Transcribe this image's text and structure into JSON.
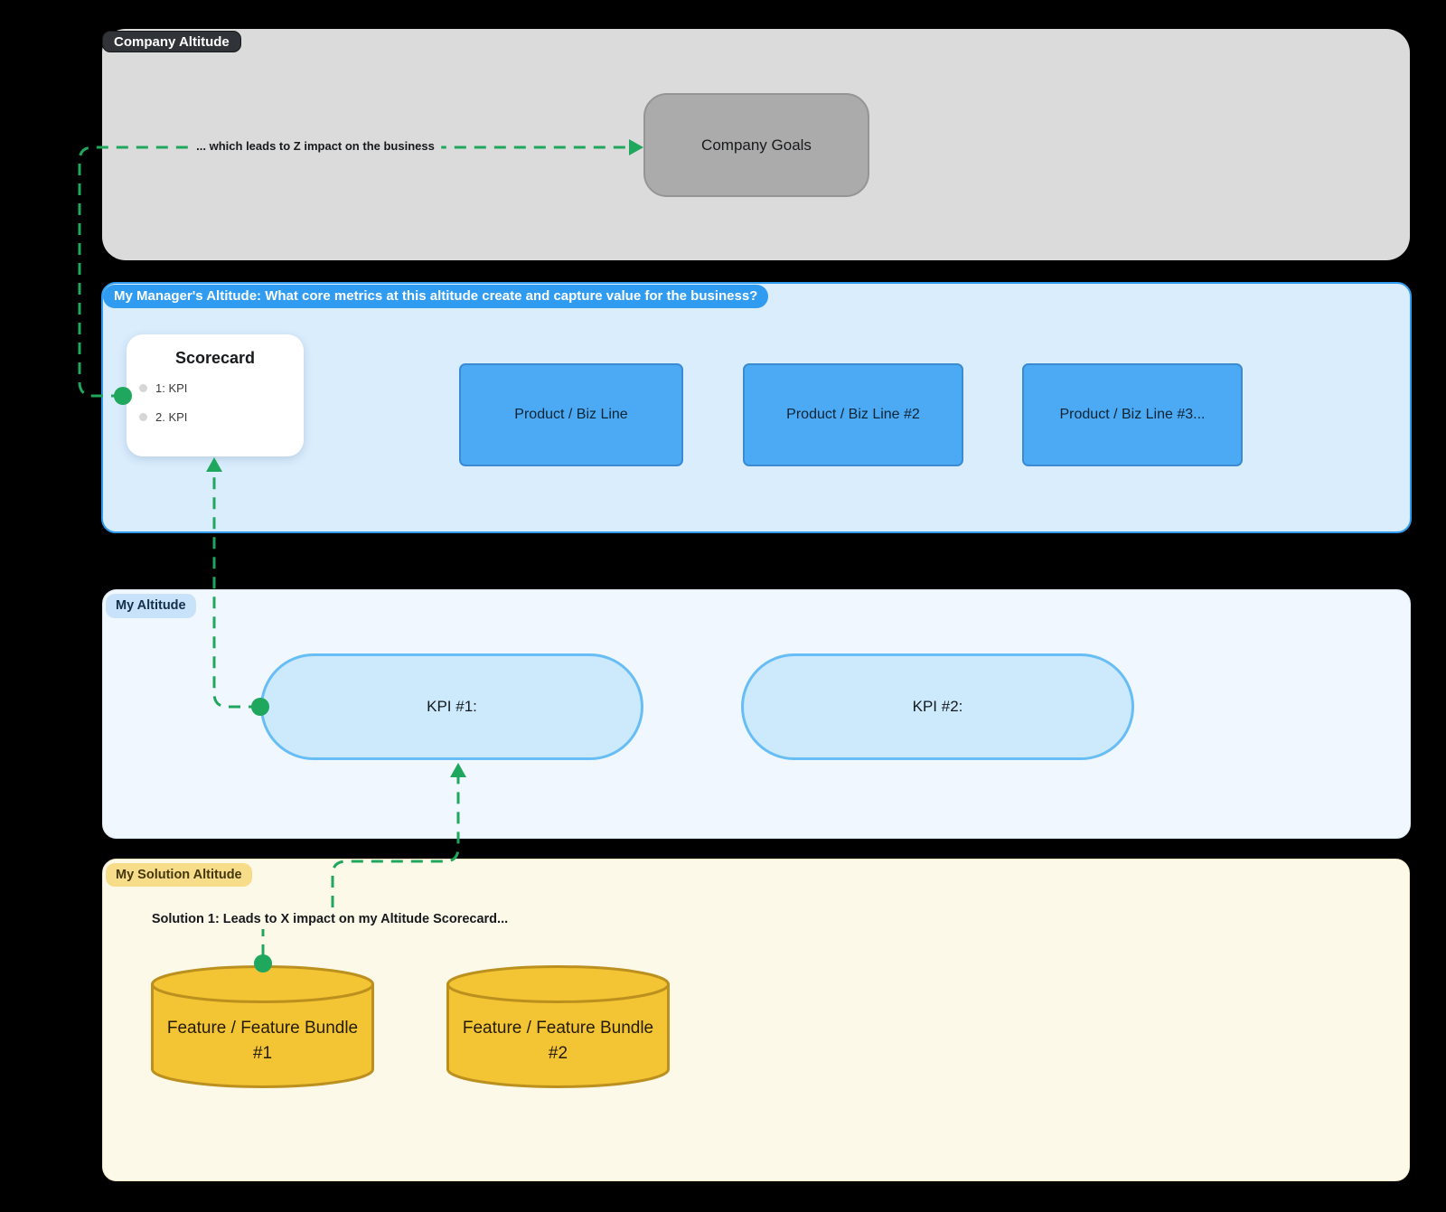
{
  "company_band": {
    "label": "Company Altitude",
    "goals_label": "Company Goals",
    "arrow_label": "... which leads to Z impact on the business"
  },
  "manager_band": {
    "label": "My Manager's Altitude: What core metrics at this altitude create and capture value for the business?",
    "scorecard": {
      "title": "Scorecard",
      "items": [
        {
          "label": "1: KPI"
        },
        {
          "label": "2. KPI"
        }
      ]
    },
    "products": [
      {
        "label": "Product / Biz Line"
      },
      {
        "label": "Product / Biz Line #2"
      },
      {
        "label": "Product / Biz Line #3..."
      }
    ]
  },
  "my_band": {
    "label": "My Altitude",
    "kpis": [
      {
        "label": "KPI #1:"
      },
      {
        "label": "KPI #2:"
      }
    ]
  },
  "solution_band": {
    "label": "My Solution Altitude",
    "arrow_label": "Solution 1: Leads to X impact on my Altitude Scorecard...",
    "features": [
      {
        "line1": "Feature / Feature Bundle",
        "line2": "#1"
      },
      {
        "line1": "Feature / Feature Bundle",
        "line2": "#2"
      }
    ]
  },
  "colors": {
    "connector_green": "#1FA75D",
    "band_company_bg": "#DBDBDB",
    "band_manager_bg": "#D9EDFD",
    "band_manager_border": "#2F9CF1",
    "band_my_bg": "#F0F7FE",
    "band_solution_bg": "#FDF9E9",
    "product_fill": "#4CAAF5",
    "kpi_fill": "#CDE9FC",
    "kpi_border": "#67BEF6",
    "cylinder_fill": "#F3C433",
    "cylinder_border": "#BC901F",
    "goals_fill": "#ABABAB"
  }
}
